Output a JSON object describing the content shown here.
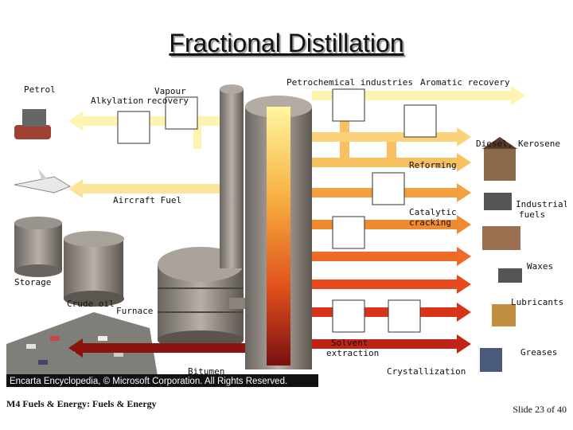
{
  "slide": {
    "title": "Fractional Distillation",
    "footer_left": "M4 Fuels & Energy: Fuels & Energy",
    "footer_right": "Slide 23 of 40"
  },
  "diagram": {
    "labels": {
      "petrol": "Petrol",
      "alkylation": "Alkylation",
      "vapour": "Vapour",
      "recovery": "recovery",
      "petrochemical": "Petrochemical industries",
      "aromatic": "Aromatic recovery",
      "diesel": "Diesel, Kerosene",
      "reforming": "Reforming",
      "aircraft": "Aircraft Fuel",
      "catalytic": "Catalytic",
      "cracking": "cracking",
      "industrial": "Industrial",
      "fuels": "fuels",
      "waxes": "Waxes",
      "storage": "Storage",
      "crude_oil": "Crude oil",
      "furnace": "Furnace",
      "lubricants": "Lubricants",
      "solvent": "Solvent",
      "extraction": "extraction",
      "greases": "Greases",
      "bitumen": "Bitumen",
      "crystallization": "Crystallization",
      "copyright": "Encarta Encyclopedia, © Microsoft Corporation. All Rights Reserved."
    }
  }
}
